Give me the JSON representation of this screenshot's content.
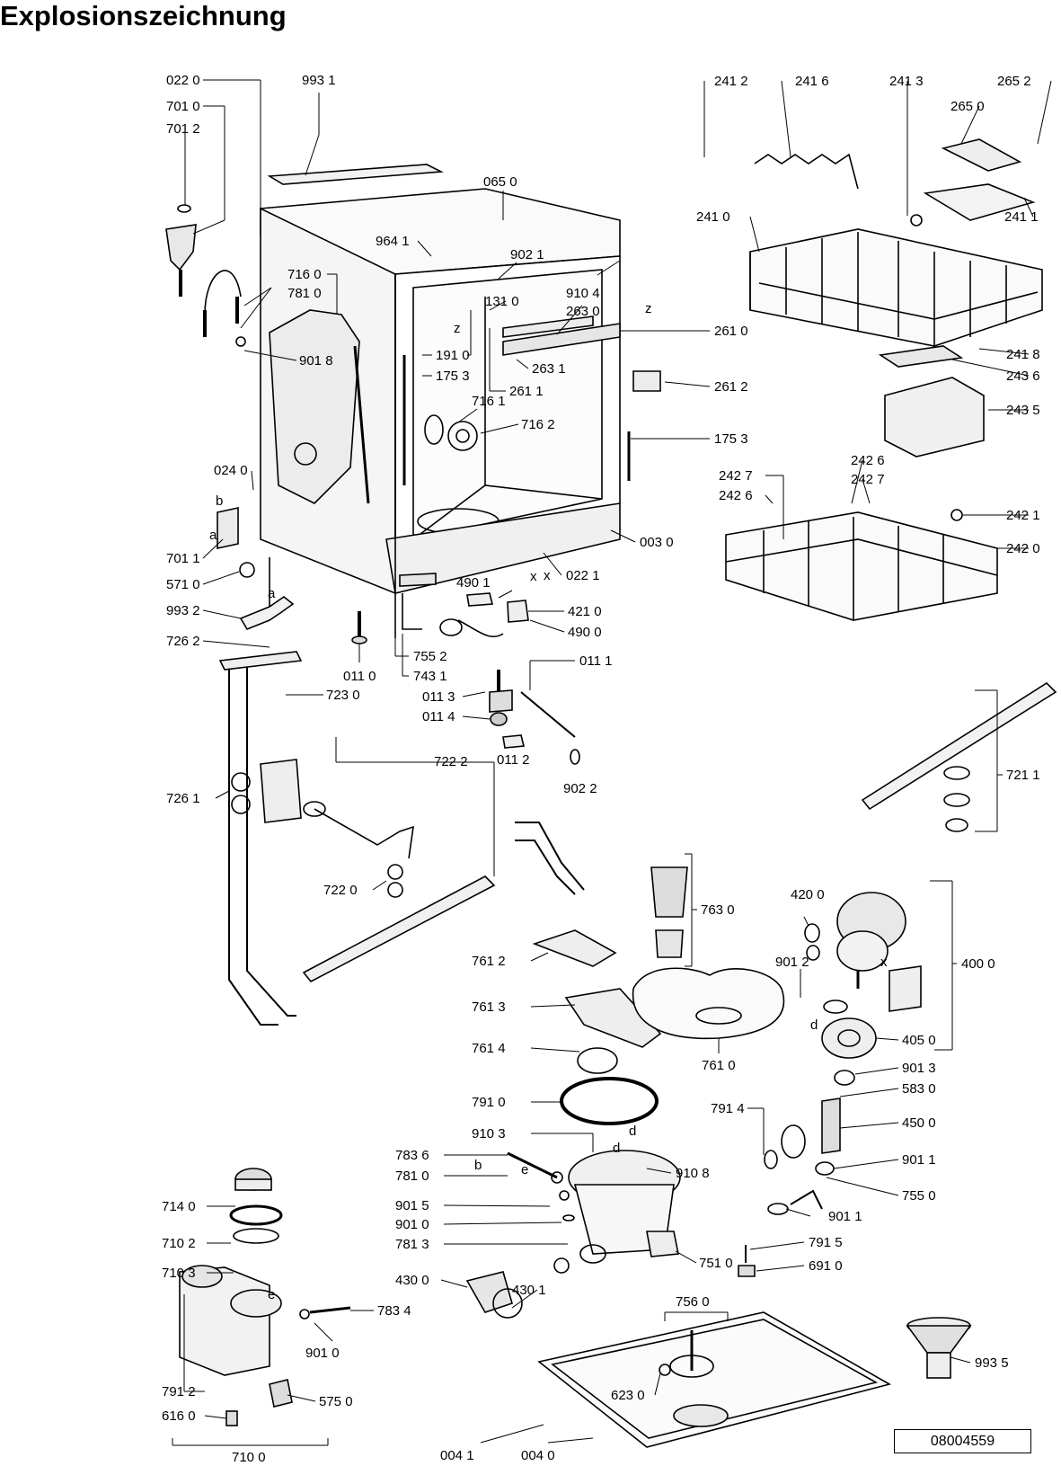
{
  "title": "Explosionszeichnung",
  "doc_number": "08004559",
  "part_labels": [
    "022 0",
    "993 1",
    "701 0",
    "701 2",
    "065 0",
    "964 1",
    "902 1",
    "716 0",
    "781 0",
    "910 4",
    "263 0",
    "131 0",
    "901 8",
    "191 0",
    "175 3",
    "263 1",
    "261 1",
    "261 0",
    "261 2",
    "716 1",
    "716 2",
    "175 3",
    "024 0",
    "003 0",
    "022 1",
    "701 1",
    "571 0",
    "993 2",
    "490 1",
    "421 0",
    "490 0",
    "726 2",
    "011 0",
    "755 2",
    "743 1",
    "011 1",
    "723 0",
    "011 3",
    "011 4",
    "011 2",
    "902 2",
    "726 1",
    "722 2",
    "722 0",
    "241 2",
    "241 6",
    "241 3",
    "265 2",
    "265 0",
    "241 0",
    "241 1",
    "241 8",
    "243 6",
    "243 5",
    "242 7",
    "242 6",
    "242 6",
    "242 7",
    "242 1",
    "242 0",
    "721 1",
    "763 0",
    "420 0",
    "400 0",
    "761 2",
    "901 2",
    "761 3",
    "761 4",
    "761 0",
    "405 0",
    "901 3",
    "791 0",
    "791 4",
    "583 0",
    "450 0",
    "910 3",
    "783 6",
    "910 8",
    "781 0",
    "901 1",
    "901 5",
    "901 0",
    "755 0",
    "781 3",
    "901 1",
    "791 5",
    "751 0",
    "691 0",
    "714 0",
    "710 2",
    "710 3",
    "430 0",
    "430 1",
    "783 4",
    "901 0",
    "756 0",
    "993 5",
    "791 2",
    "575 0",
    "616 0",
    "623 0",
    "710 0",
    "004 1",
    "004 0"
  ],
  "marker_letters": [
    "z",
    "z",
    "x",
    "b",
    "a",
    "a",
    "b",
    "e",
    "d",
    "x",
    "d",
    "d",
    "e",
    "x"
  ],
  "colors": {
    "line": "#000000",
    "background": "#ffffff",
    "part_fill": "#f2f2f2",
    "shade": "#cfcfcf"
  }
}
